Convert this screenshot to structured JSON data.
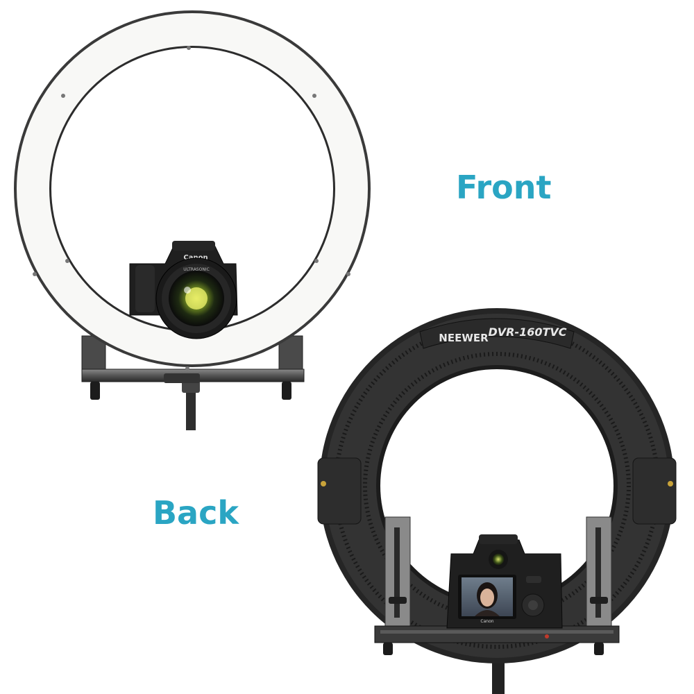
{
  "labels": {
    "front": "Front",
    "back": "Back"
  },
  "brand": {
    "ring_brand": "NEEWER",
    "ring_model": "DVR-160TVC",
    "camera_brand": "Canon",
    "lens_text": "ULTRASONIC"
  },
  "colors": {
    "label": "#2aa5c3",
    "ring_light": "#f7f7f5",
    "ring_body": "#2b2b2b",
    "bracket": "#3a3a3a"
  }
}
